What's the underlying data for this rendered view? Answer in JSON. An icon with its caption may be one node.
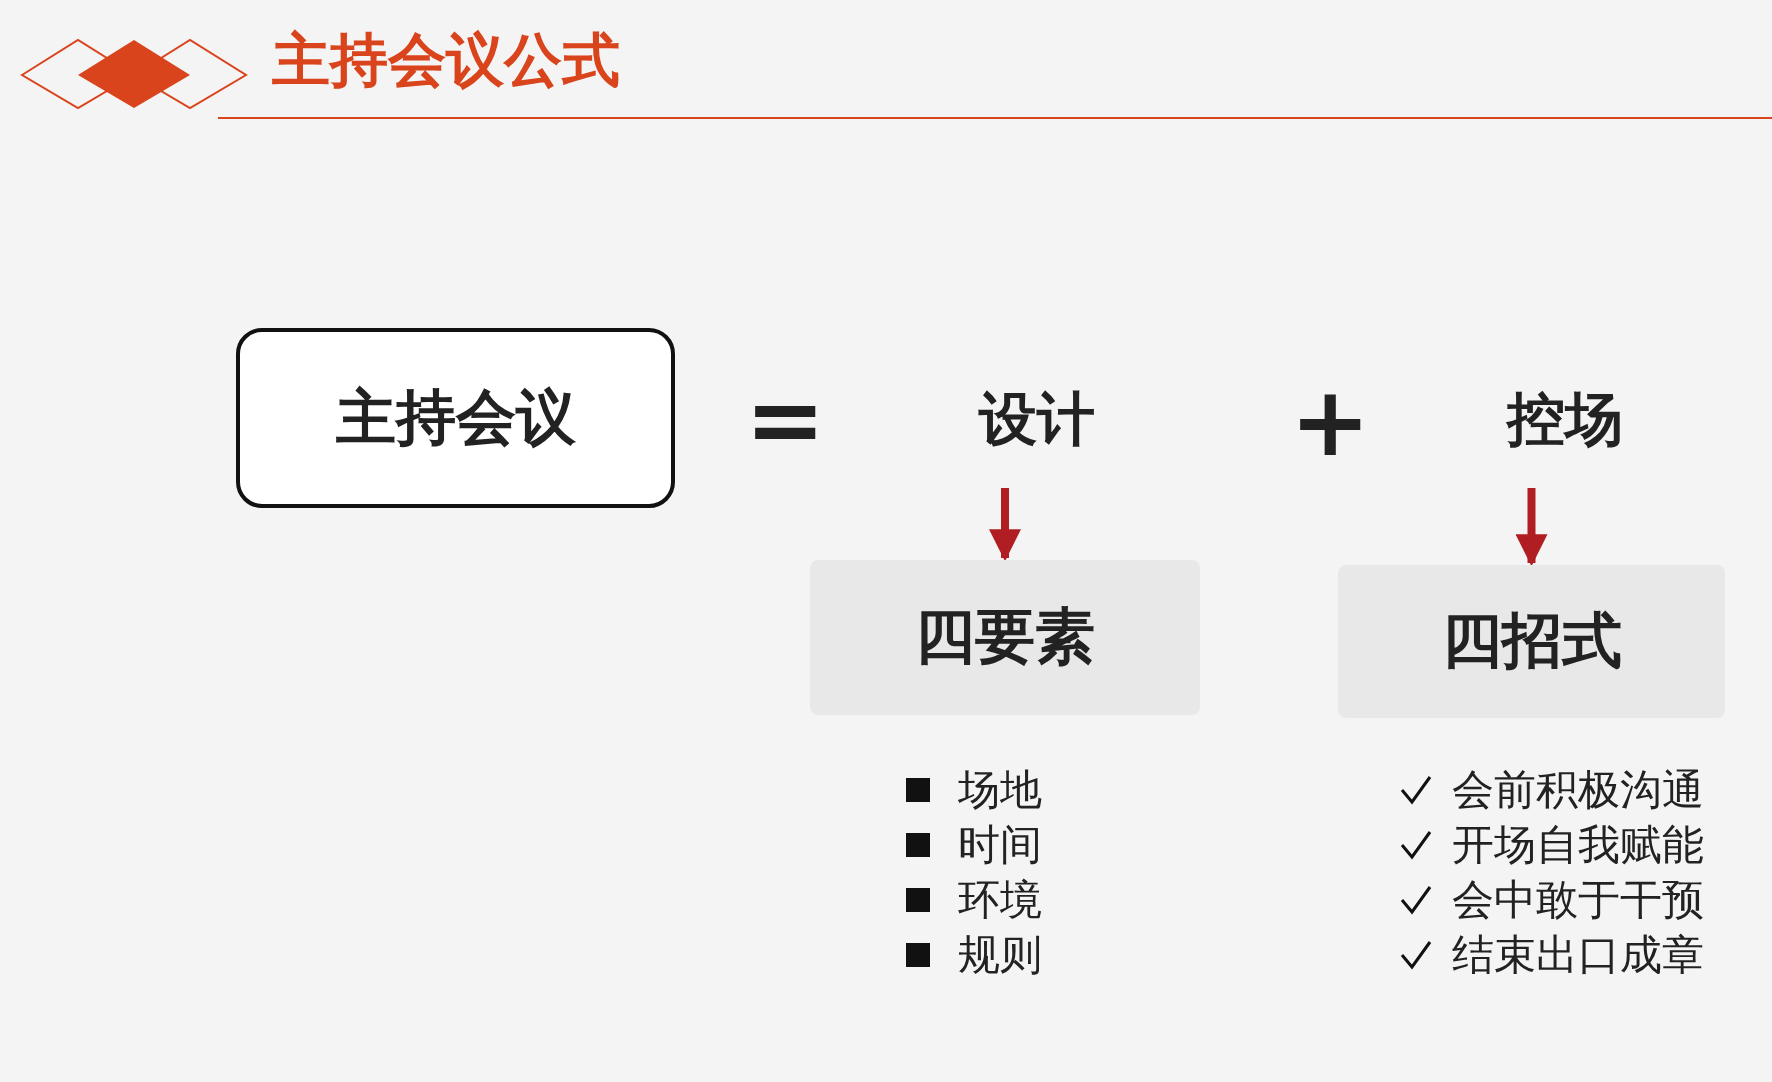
{
  "diagram": {
    "title": "主持会议公式",
    "nodes": [
      {
        "text": [
          "主持会议"
        ]
      },
      {
        "text": [
          "设计"
        ]
      },
      {
        "text": [
          "控场"
        ]
      },
      {
        "text": [
          "四要素"
        ]
      },
      {
        "text": [
          "四招式"
        ]
      }
    ],
    "edges": [
      {
        "from": 1,
        "to": 3,
        "arrow": "to"
      },
      {
        "from": 2,
        "to": 4,
        "arrow": "to"
      }
    ],
    "labels": [
      "=",
      "+",
      "场地",
      "时间",
      "环境",
      "规则",
      "会前积极沟通",
      "开场自我赋能",
      "会中敢于干预",
      "结束出口成章"
    ]
  }
}
